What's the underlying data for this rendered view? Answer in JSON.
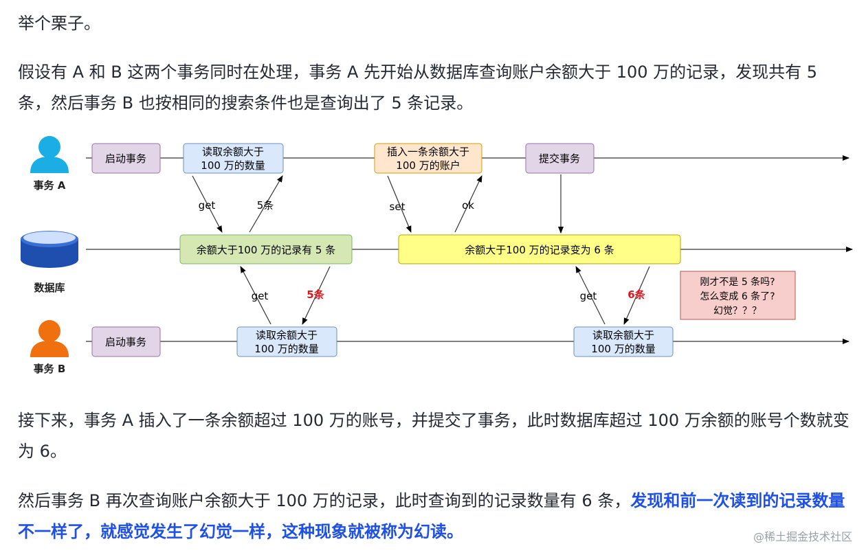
{
  "article": {
    "p0": "举个栗子。",
    "p1": "假设有 A 和 B 这两个事务同时在处理，事务 A 先开始从数据库查询账户余额大于 100 万的记录，发现共有 5 条，然后事务 B 也按相同的搜索条件也是查询出了 5 条记录。",
    "p2": "接下来，事务 A 插入了一条余额超过 100 万的账号，并提交了事务，此时数据库超过 100 万余额的账号个数就变为 6。",
    "p3_plain": "然后事务 B 再次查询账户余额大于 100 万的记录，此时查询到的记录数量有 6 条，",
    "p3_highlight": "发现和前一次读到的记录数量不一样了，就感觉发生了幻觉一样，这种现象就被称为幻读。"
  },
  "diagram": {
    "actor_a": {
      "label": "事务 A",
      "color": "#1aaee4"
    },
    "actor_db": {
      "label": "数据库"
    },
    "actor_b": {
      "label": "事务 B",
      "color": "#f07010"
    },
    "a_start": "启动事务",
    "a_read_line1": "读取余额大于",
    "a_read_line2": "100 万的数量",
    "a_insert_line1": "插入一条余额大于",
    "a_insert_line2": "100 万的账户",
    "a_commit": "提交事务",
    "db_state1": "余额大于100 万的记录有 5 条",
    "db_state2": "余额大于100 万的记录变为 6 条",
    "b_start": "启动事务",
    "b_read1_line1": "读取余额大于",
    "b_read1_line2": "100 万的数量",
    "b_read2_line1": "读取余额大于",
    "b_read2_line2": "100 万的数量",
    "lbl_get_a": "get",
    "lbl_5_a": "5条",
    "lbl_set": "set",
    "lbl_ok": "ok",
    "lbl_get_b1": "get",
    "lbl_5_b1": "5条",
    "lbl_get_b2": "get",
    "lbl_6_b2": "6条",
    "note_line1": "刚才不是 5 条吗?",
    "note_line2": "怎么变成 6 条了?",
    "note_line3": "幻觉？？？",
    "colors": {
      "purple_box": "#e1d5e7",
      "blue_box": "#dae8fc",
      "orange_box": "#ffe6cc",
      "green_box": "#d5e8b4",
      "yellow_box": "#ffff88",
      "note_box": "#f8cecc",
      "red_text": "#e0161b",
      "highlight_text": "#1e50e6"
    }
  },
  "watermark": "@稀土掘金技术社区"
}
